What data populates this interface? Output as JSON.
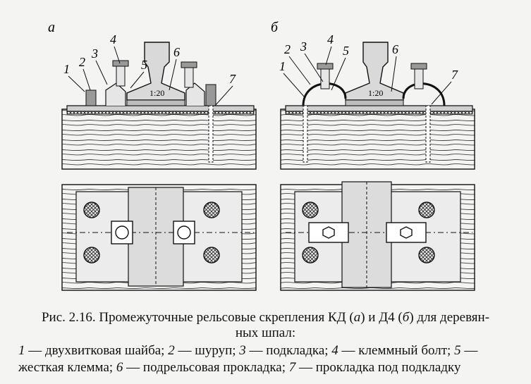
{
  "figure": {
    "panel_a_label": "а",
    "panel_b_label": "б",
    "slope_label_a": "1:20",
    "slope_label_b": "1:20",
    "callouts_a": [
      "1",
      "2",
      "3",
      "4",
      "5",
      "6",
      "7"
    ],
    "callouts_b": [
      "1",
      "2",
      "3",
      "4",
      "5",
      "6",
      "7"
    ]
  },
  "caption": {
    "title_line1": "Рис. 2.16. Промежуточные рельсовые скрепления КД (",
    "title_a": "а",
    "title_mid": ") и Д4 (",
    "title_b": "б",
    "title_end": ") для деревян-",
    "title_line2": "ных шпал:",
    "legend": [
      {
        "num": "1",
        "text": " — двухвитковая шайба; "
      },
      {
        "num": "2",
        "text": " — шуруп; "
      },
      {
        "num": "3",
        "text": " — подкладка; "
      },
      {
        "num": "4",
        "text": " — клеммный болт; "
      },
      {
        "num": "5",
        "text": " —"
      },
      {
        "num": "",
        "text": "жесткая клемма; "
      },
      {
        "num": "6",
        "text": " — подрельсовая прокладка; "
      },
      {
        "num": "7",
        "text": " — прокладка под подкладку"
      }
    ]
  }
}
